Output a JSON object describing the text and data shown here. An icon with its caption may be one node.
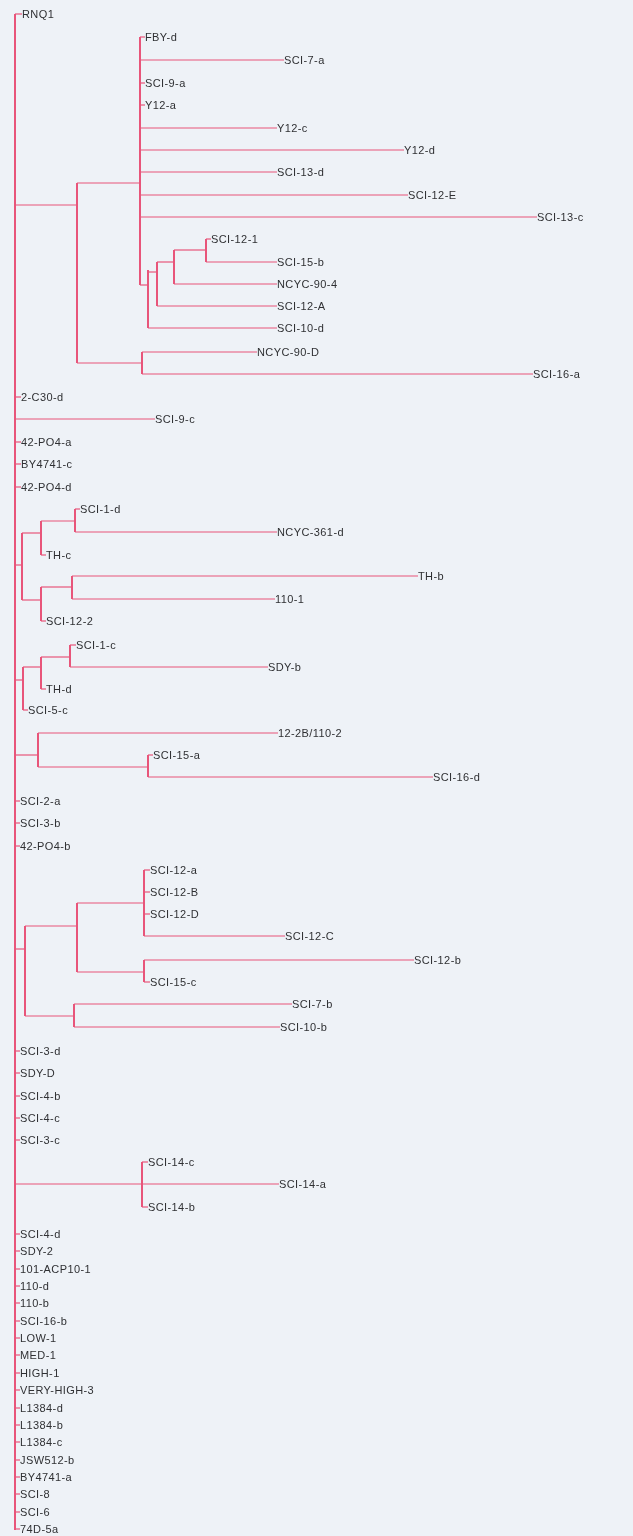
{
  "diagram": {
    "nodes": [
      {
        "text": [],
        "shape": "bar"
      },
      {
        "text": [
          "RNQ1"
        ]
      },
      {
        "text": [],
        "shape": "bar"
      },
      {
        "text": [],
        "shape": "bar"
      },
      {
        "text": [
          "FBY-d"
        ]
      },
      {
        "text": [
          "SCI-7-a"
        ]
      },
      {
        "text": [
          "SCI-9-a"
        ]
      },
      {
        "text": [
          "Y12-a"
        ]
      },
      {
        "text": [
          "Y12-c"
        ]
      },
      {
        "text": [
          "Y12-d"
        ]
      },
      {
        "text": [
          "SCI-13-d"
        ]
      },
      {
        "text": [
          "SCI-12-E"
        ]
      },
      {
        "text": [
          "SCI-13-c"
        ]
      },
      {
        "text": [],
        "shape": "bar"
      },
      {
        "text": [],
        "shape": "bar"
      },
      {
        "text": [],
        "shape": "bar"
      },
      {
        "text": [],
        "shape": "bar"
      },
      {
        "text": [
          "SCI-12-1"
        ]
      },
      {
        "text": [
          "SCI-15-b"
        ]
      },
      {
        "text": [
          "NCYC-90-4"
        ]
      },
      {
        "text": [
          "SCI-12-A"
        ]
      },
      {
        "text": [
          "SCI-10-d"
        ]
      },
      {
        "text": [],
        "shape": "bar"
      },
      {
        "text": [
          "NCYC-90-D"
        ]
      },
      {
        "text": [
          "SCI-16-a"
        ]
      },
      {
        "text": [
          "2-C30-d"
        ]
      },
      {
        "text": [
          "SCI-9-c"
        ]
      },
      {
        "text": [
          "42-PO4-a"
        ]
      },
      {
        "text": [
          "BY4741-c"
        ]
      },
      {
        "text": [
          "42-PO4-d"
        ]
      },
      {
        "text": [],
        "shape": "bar"
      },
      {
        "text": [],
        "shape": "bar"
      },
      {
        "text": [],
        "shape": "bar"
      },
      {
        "text": [
          "SCI-1-d"
        ]
      },
      {
        "text": [
          "NCYC-361-d"
        ]
      },
      {
        "text": [
          "TH-c"
        ]
      },
      {
        "text": [],
        "shape": "bar"
      },
      {
        "text": [],
        "shape": "bar"
      },
      {
        "text": [
          "TH-b"
        ]
      },
      {
        "text": [
          "110-1"
        ]
      },
      {
        "text": [
          "SCI-12-2"
        ]
      },
      {
        "text": [],
        "shape": "bar"
      },
      {
        "text": [],
        "shape": "bar"
      },
      {
        "text": [],
        "shape": "bar"
      },
      {
        "text": [
          "SCI-1-c"
        ]
      },
      {
        "text": [
          "SDY-b"
        ]
      },
      {
        "text": [
          "TH-d"
        ]
      },
      {
        "text": [
          "SCI-5-c"
        ]
      },
      {
        "text": [],
        "shape": "bar"
      },
      {
        "text": [
          "12-2B/110-2"
        ]
      },
      {
        "text": [],
        "shape": "bar"
      },
      {
        "text": [
          "SCI-15-a"
        ]
      },
      {
        "text": [
          "SCI-16-d"
        ]
      },
      {
        "text": [
          "SCI-2-a"
        ]
      },
      {
        "text": [
          "SCI-3-b"
        ]
      },
      {
        "text": [
          "42-PO4-b"
        ]
      },
      {
        "text": [],
        "shape": "bar"
      },
      {
        "text": [],
        "shape": "bar"
      },
      {
        "text": [],
        "shape": "bar"
      },
      {
        "text": [
          "SCI-12-a"
        ]
      },
      {
        "text": [
          "SCI-12-B"
        ]
      },
      {
        "text": [
          "SCI-12-D"
        ]
      },
      {
        "text": [
          "SCI-12-C"
        ]
      },
      {
        "text": [],
        "shape": "bar"
      },
      {
        "text": [
          "SCI-12-b"
        ]
      },
      {
        "text": [
          "SCI-15-c"
        ]
      },
      {
        "text": [],
        "shape": "bar"
      },
      {
        "text": [
          "SCI-7-b"
        ]
      },
      {
        "text": [
          "SCI-10-b"
        ]
      },
      {
        "text": [
          "SCI-3-d"
        ]
      },
      {
        "text": [
          "SDY-D"
        ]
      },
      {
        "text": [
          "SCI-4-b"
        ]
      },
      {
        "text": [
          "SCI-4-c"
        ]
      },
      {
        "text": [
          "SCI-3-c"
        ]
      },
      {
        "text": [],
        "shape": "bar"
      },
      {
        "text": [
          "SCI-14-c"
        ]
      },
      {
        "text": [
          "SCI-14-a"
        ]
      },
      {
        "text": [
          "SCI-14-b"
        ]
      },
      {
        "text": [
          "SCI-4-d"
        ]
      },
      {
        "text": [
          "SDY-2"
        ]
      },
      {
        "text": [
          "101-ACP10-1"
        ]
      },
      {
        "text": [
          "110-d"
        ]
      },
      {
        "text": [
          "110-b"
        ]
      },
      {
        "text": [
          "SCI-16-b"
        ]
      },
      {
        "text": [
          "LOW-1"
        ]
      },
      {
        "text": [
          "MED-1"
        ]
      },
      {
        "text": [
          "HIGH-1"
        ]
      },
      {
        "text": [
          "VERY-HIGH-3"
        ]
      },
      {
        "text": [
          "L1384-d"
        ]
      },
      {
        "text": [
          "L1384-b"
        ]
      },
      {
        "text": [
          "L1384-c"
        ]
      },
      {
        "text": [
          "JSW512-b"
        ]
      },
      {
        "text": [
          "BY4741-a"
        ]
      },
      {
        "text": [
          "SCI-8"
        ]
      },
      {
        "text": [
          "SCI-6"
        ]
      },
      {
        "text": [
          "74D-5a"
        ]
      }
    ],
    "edges": [
      {
        "from": 0,
        "to": 1,
        "arrow": "none"
      },
      {
        "from": 0,
        "to": 2,
        "arrow": "none"
      },
      {
        "from": 2,
        "to": 3,
        "arrow": "none"
      },
      {
        "from": 3,
        "to": 4,
        "arrow": "none"
      },
      {
        "from": 3,
        "to": 5,
        "arrow": "none"
      },
      {
        "from": 3,
        "to": 6,
        "arrow": "none"
      },
      {
        "from": 3,
        "to": 7,
        "arrow": "none"
      },
      {
        "from": 3,
        "to": 8,
        "arrow": "none"
      },
      {
        "from": 3,
        "to": 9,
        "arrow": "none"
      },
      {
        "from": 3,
        "to": 10,
        "arrow": "none"
      },
      {
        "from": 3,
        "to": 11,
        "arrow": "none"
      },
      {
        "from": 3,
        "to": 12,
        "arrow": "none"
      },
      {
        "from": 3,
        "to": 13,
        "arrow": "none"
      },
      {
        "from": 13,
        "to": 14,
        "arrow": "none"
      },
      {
        "from": 14,
        "to": 15,
        "arrow": "none"
      },
      {
        "from": 15,
        "to": 16,
        "arrow": "none"
      },
      {
        "from": 16,
        "to": 17,
        "arrow": "none"
      },
      {
        "from": 16,
        "to": 18,
        "arrow": "none"
      },
      {
        "from": 15,
        "to": 19,
        "arrow": "none"
      },
      {
        "from": 14,
        "to": 20,
        "arrow": "none"
      },
      {
        "from": 13,
        "to": 21,
        "arrow": "none"
      },
      {
        "from": 2,
        "to": 22,
        "arrow": "none"
      },
      {
        "from": 22,
        "to": 23,
        "arrow": "none"
      },
      {
        "from": 22,
        "to": 24,
        "arrow": "none"
      },
      {
        "from": 0,
        "to": 25,
        "arrow": "none"
      },
      {
        "from": 0,
        "to": 26,
        "arrow": "none"
      },
      {
        "from": 0,
        "to": 27,
        "arrow": "none"
      },
      {
        "from": 0,
        "to": 28,
        "arrow": "none"
      },
      {
        "from": 0,
        "to": 29,
        "arrow": "none"
      },
      {
        "from": 0,
        "to": 30,
        "arrow": "none"
      },
      {
        "from": 30,
        "to": 31,
        "arrow": "none"
      },
      {
        "from": 31,
        "to": 32,
        "arrow": "none"
      },
      {
        "from": 32,
        "to": 33,
        "arrow": "none"
      },
      {
        "from": 32,
        "to": 34,
        "arrow": "none"
      },
      {
        "from": 31,
        "to": 35,
        "arrow": "none"
      },
      {
        "from": 30,
        "to": 36,
        "arrow": "none"
      },
      {
        "from": 36,
        "to": 37,
        "arrow": "none"
      },
      {
        "from": 37,
        "to": 38,
        "arrow": "none"
      },
      {
        "from": 37,
        "to": 39,
        "arrow": "none"
      },
      {
        "from": 36,
        "to": 40,
        "arrow": "none"
      },
      {
        "from": 0,
        "to": 41,
        "arrow": "none"
      },
      {
        "from": 41,
        "to": 42,
        "arrow": "none"
      },
      {
        "from": 42,
        "to": 43,
        "arrow": "none"
      },
      {
        "from": 43,
        "to": 44,
        "arrow": "none"
      },
      {
        "from": 43,
        "to": 45,
        "arrow": "none"
      },
      {
        "from": 42,
        "to": 46,
        "arrow": "none"
      },
      {
        "from": 41,
        "to": 47,
        "arrow": "none"
      },
      {
        "from": 0,
        "to": 48,
        "arrow": "none"
      },
      {
        "from": 48,
        "to": 49,
        "arrow": "none"
      },
      {
        "from": 48,
        "to": 50,
        "arrow": "none"
      },
      {
        "from": 50,
        "to": 51,
        "arrow": "none"
      },
      {
        "from": 50,
        "to": 52,
        "arrow": "none"
      },
      {
        "from": 0,
        "to": 53,
        "arrow": "none"
      },
      {
        "from": 0,
        "to": 54,
        "arrow": "none"
      },
      {
        "from": 0,
        "to": 55,
        "arrow": "none"
      },
      {
        "from": 0,
        "to": 56,
        "arrow": "none"
      },
      {
        "from": 56,
        "to": 57,
        "arrow": "none"
      },
      {
        "from": 57,
        "to": 58,
        "arrow": "none"
      },
      {
        "from": 58,
        "to": 59,
        "arrow": "none"
      },
      {
        "from": 58,
        "to": 60,
        "arrow": "none"
      },
      {
        "from": 58,
        "to": 61,
        "arrow": "none"
      },
      {
        "from": 58,
        "to": 62,
        "arrow": "none"
      },
      {
        "from": 57,
        "to": 63,
        "arrow": "none"
      },
      {
        "from": 63,
        "to": 64,
        "arrow": "none"
      },
      {
        "from": 63,
        "to": 65,
        "arrow": "none"
      },
      {
        "from": 56,
        "to": 66,
        "arrow": "none"
      },
      {
        "from": 66,
        "to": 67,
        "arrow": "none"
      },
      {
        "from": 66,
        "to": 68,
        "arrow": "none"
      },
      {
        "from": 0,
        "to": 69,
        "arrow": "none"
      },
      {
        "from": 0,
        "to": 70,
        "arrow": "none"
      },
      {
        "from": 0,
        "to": 71,
        "arrow": "none"
      },
      {
        "from": 0,
        "to": 72,
        "arrow": "none"
      },
      {
        "from": 0,
        "to": 73,
        "arrow": "none"
      },
      {
        "from": 0,
        "to": 74,
        "arrow": "none"
      },
      {
        "from": 74,
        "to": 75,
        "arrow": "none"
      },
      {
        "from": 74,
        "to": 76,
        "arrow": "none"
      },
      {
        "from": 74,
        "to": 77,
        "arrow": "none"
      },
      {
        "from": 0,
        "to": 78,
        "arrow": "none"
      },
      {
        "from": 0,
        "to": 79,
        "arrow": "none"
      },
      {
        "from": 0,
        "to": 80,
        "arrow": "none"
      },
      {
        "from": 0,
        "to": 81,
        "arrow": "none"
      },
      {
        "from": 0,
        "to": 82,
        "arrow": "none"
      },
      {
        "from": 0,
        "to": 83,
        "arrow": "none"
      },
      {
        "from": 0,
        "to": 84,
        "arrow": "none"
      },
      {
        "from": 0,
        "to": 85,
        "arrow": "none"
      },
      {
        "from": 0,
        "to": 86,
        "arrow": "none"
      },
      {
        "from": 0,
        "to": 87,
        "arrow": "none"
      },
      {
        "from": 0,
        "to": 88,
        "arrow": "none"
      },
      {
        "from": 0,
        "to": 89,
        "arrow": "none"
      },
      {
        "from": 0,
        "to": 90,
        "arrow": "none"
      },
      {
        "from": 0,
        "to": 91,
        "arrow": "none"
      },
      {
        "from": 0,
        "to": 92,
        "arrow": "none"
      },
      {
        "from": 0,
        "to": 93,
        "arrow": "none"
      },
      {
        "from": 0,
        "to": 94,
        "arrow": "none"
      },
      {
        "from": 0,
        "to": 95,
        "arrow": "none"
      }
    ]
  }
}
